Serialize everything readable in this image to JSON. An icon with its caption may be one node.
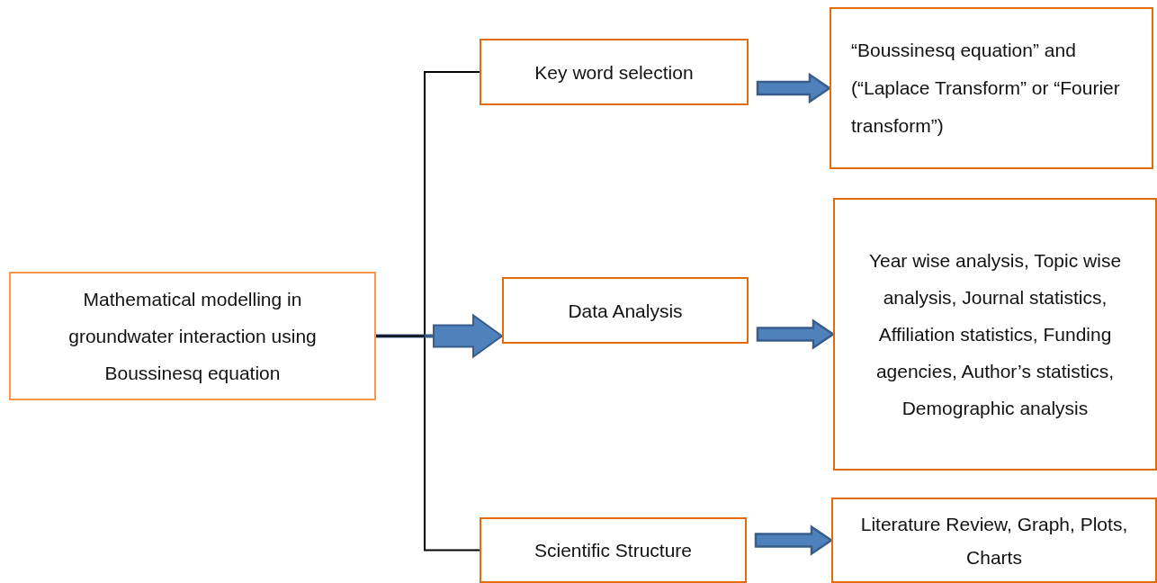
{
  "diagram": {
    "nodes": [
      {
        "text": [
          "Mathematical modelling in groundwater interaction using Boussinesq equation"
        ]
      },
      {
        "text": [
          "Key word selection"
        ]
      },
      {
        "text": [
          "Data Analysis"
        ]
      },
      {
        "text": [
          "Scientific Structure"
        ]
      },
      {
        "text": [
          "“Boussinesq equation” and (“Laplace Transform” or “Fourier transform”)"
        ]
      },
      {
        "text": [
          "Year wise analysis, Topic wise analysis, Journal statistics, Affiliation statistics, Funding agencies, Author’s statistics, Demographic analysis"
        ]
      },
      {
        "text": [
          "Literature Review, Graph, Plots, Charts"
        ]
      }
    ],
    "edges": [
      {
        "from": 0,
        "to": 1,
        "arrow": "none"
      },
      {
        "from": 0,
        "to": 3,
        "arrow": "none"
      },
      {
        "from": 0,
        "to": 2,
        "arrow": "to"
      },
      {
        "from": 1,
        "to": 4,
        "arrow": "to"
      },
      {
        "from": 2,
        "to": 5,
        "arrow": "to"
      },
      {
        "from": 3,
        "to": 6,
        "arrow": "to"
      }
    ]
  }
}
